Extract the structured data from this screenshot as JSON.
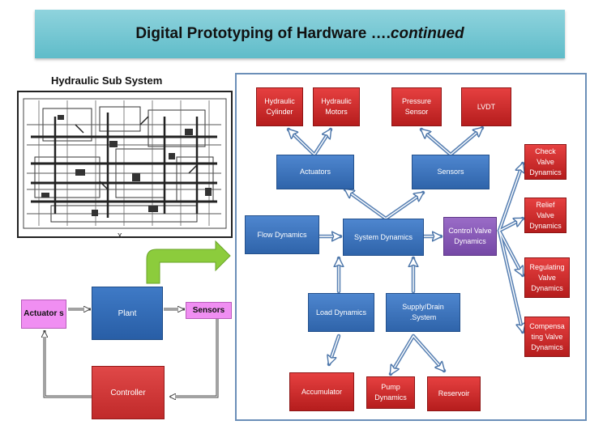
{
  "header": {
    "title_main": "Digital Prototyping of Hardware ….",
    "title_italic": "continued"
  },
  "left_panel": {
    "subtitle": "Hydraulic Sub System",
    "stray_mark": "x"
  },
  "block_diagram": {
    "actuator": "Actuator s",
    "plant": "Plant",
    "sensors": "Sensors",
    "controller": "Controller"
  },
  "nodes": {
    "hydraulic_cylinder": "Hydraulic Cylinder",
    "hydraulic_motors": "Hydraulic Motors",
    "pressure_sensor": "Pressure Sensor",
    "lvdt": "LVDT",
    "actuators": "Actuators",
    "sensors": "Sensors",
    "flow_dynamics": "Flow Dynamics",
    "system_dynamics": "System Dynamics",
    "control_valve_dynamics": "Control Valve Dynamics",
    "check_valve_dynamics": "Check Valve Dynamics",
    "relief_valve_dynamics": "Relief Valve Dynamics",
    "regulating_valve_dynamics": "Regulating Valve Dynamics",
    "compensating_valve_dynamics": "Compensa ting Valve Dynamics",
    "load_dynamics": "Load Dynamics",
    "supply_drain_system": "Supply/Drain .System",
    "accumulator": "Accumulator",
    "pump_dynamics": "Pump Dynamics",
    "reservoir": "Reservoir"
  },
  "colors": {
    "red_node": "#d23030",
    "blue_node": "#3a72be",
    "purple_node": "#8a5cba",
    "pink_node": "#f08ef2",
    "title_bar": "#6cc4d0",
    "green_arrow": "#8ccc3c"
  }
}
